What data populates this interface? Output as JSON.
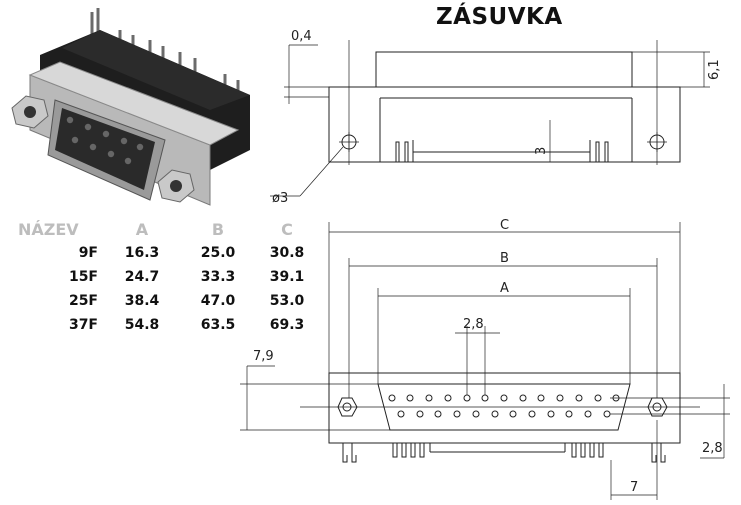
{
  "title": "ZÁSUVKA",
  "table": {
    "headers": [
      "NÁZEV",
      "A",
      "B",
      "C"
    ],
    "rows": [
      [
        "9F",
        "16.3",
        "25.0",
        "30.8"
      ],
      [
        "15F",
        "24.7",
        "33.3",
        "39.1"
      ],
      [
        "25F",
        "38.4",
        "47.0",
        "53.0"
      ],
      [
        "37F",
        "54.8",
        "63.5",
        "69.3"
      ]
    ]
  },
  "labels": {
    "d_04": "0,4",
    "d_61": "6,1",
    "d_3": "3",
    "d_phi3": "ø3",
    "d_C": "C",
    "d_B": "B",
    "d_A": "A",
    "d_28pitch": "2,8",
    "d_79": "7,9",
    "d_28": "2,8",
    "d_7": "7"
  },
  "colors": {
    "ink": "#222222",
    "header": "#bdbdbd"
  }
}
